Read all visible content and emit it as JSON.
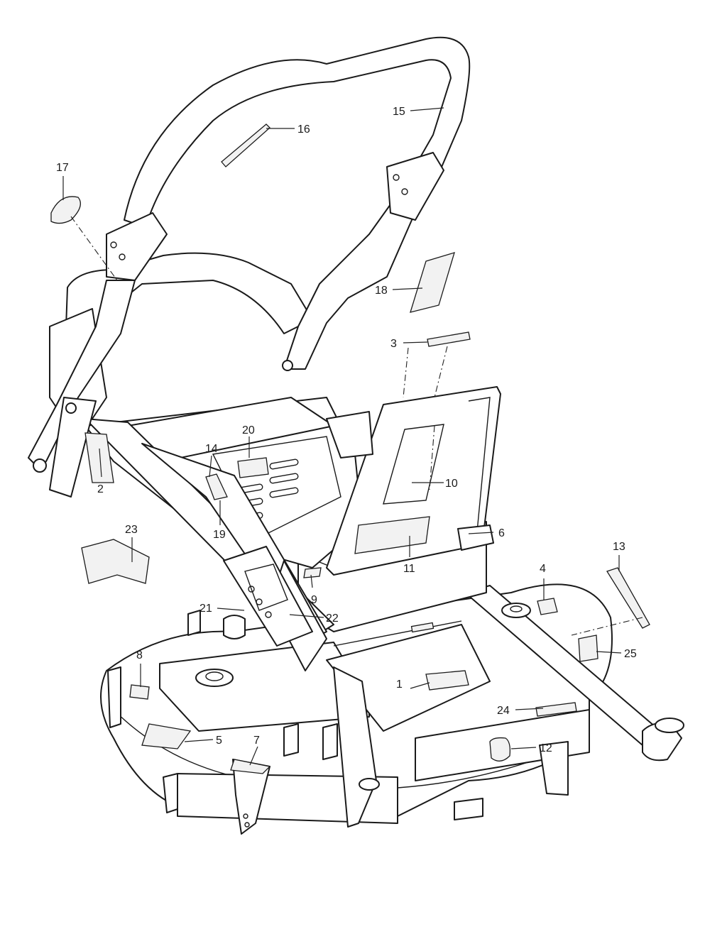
{
  "callouts": [
    {
      "id": "1",
      "label": "1"
    },
    {
      "id": "2",
      "label": "2"
    },
    {
      "id": "3",
      "label": "3"
    },
    {
      "id": "4",
      "label": "4"
    },
    {
      "id": "5",
      "label": "5"
    },
    {
      "id": "6",
      "label": "6"
    },
    {
      "id": "7",
      "label": "7"
    },
    {
      "id": "8",
      "label": "8"
    },
    {
      "id": "9",
      "label": "9"
    },
    {
      "id": "10",
      "label": "10"
    },
    {
      "id": "11",
      "label": "11"
    },
    {
      "id": "12",
      "label": "12"
    },
    {
      "id": "13",
      "label": "13"
    },
    {
      "id": "14",
      "label": "14"
    },
    {
      "id": "15",
      "label": "15"
    },
    {
      "id": "16",
      "label": "16"
    },
    {
      "id": "17",
      "label": "17"
    },
    {
      "id": "18",
      "label": "18"
    },
    {
      "id": "19",
      "label": "19"
    },
    {
      "id": "20",
      "label": "20"
    },
    {
      "id": "21",
      "label": "21"
    },
    {
      "id": "22",
      "label": "22"
    },
    {
      "id": "23",
      "label": "23"
    },
    {
      "id": "24",
      "label": "24"
    },
    {
      "id": "25",
      "label": "25"
    }
  ],
  "colors": {
    "line": "#1a1a1a",
    "fill": "#ffffff",
    "decal_fill": "#f2f2f2"
  }
}
